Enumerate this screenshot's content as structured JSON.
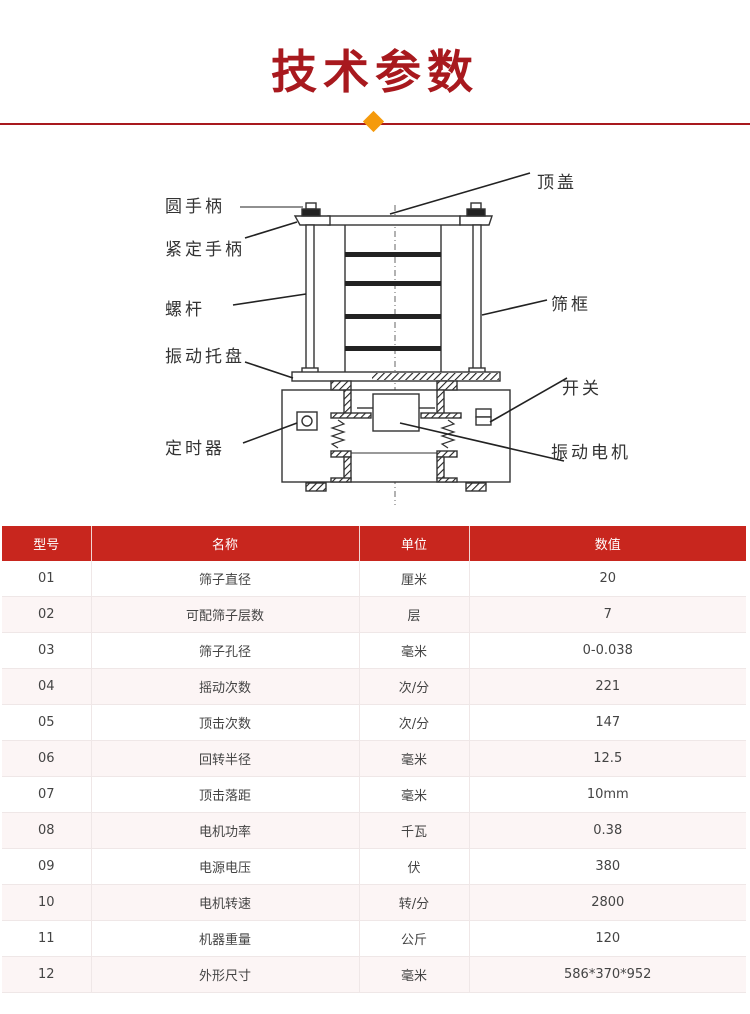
{
  "header": {
    "title": "技术参数",
    "rule_color": "#a8191e",
    "diamond_color": "#f59a0c"
  },
  "diagram": {
    "labels": {
      "round_handle": "圆手柄",
      "tighten_handle": "紧定手柄",
      "screw_rod": "螺杆",
      "vibration_tray": "振动托盘",
      "timer": "定时器",
      "top_cover": "顶盖",
      "sieve_frame": "筛框",
      "switch": "开关",
      "vibration_motor": "振动电机"
    }
  },
  "table": {
    "header_color": "#c8261e",
    "columns": [
      "型号",
      "名称",
      "单位",
      "数值"
    ],
    "rows": [
      {
        "id": "01",
        "name": "筛子直径",
        "unit": "厘米",
        "value": "20"
      },
      {
        "id": "02",
        "name": "可配筛子层数",
        "unit": "层",
        "value": "7"
      },
      {
        "id": "03",
        "name": "筛子孔径",
        "unit": "毫米",
        "value": "0-0.038"
      },
      {
        "id": "04",
        "name": "摇动次数",
        "unit": "次/分",
        "value": "221"
      },
      {
        "id": "05",
        "name": "顶击次数",
        "unit": "次/分",
        "value": "147"
      },
      {
        "id": "06",
        "name": "回转半径",
        "unit": "毫米",
        "value": "12.5"
      },
      {
        "id": "07",
        "name": "顶击落距",
        "unit": "毫米",
        "value": "10mm"
      },
      {
        "id": "08",
        "name": "电机功率",
        "unit": "千瓦",
        "value": "0.38"
      },
      {
        "id": "09",
        "name": "电源电压",
        "unit": "伏",
        "value": "380"
      },
      {
        "id": "10",
        "name": "电机转速",
        "unit": "转/分",
        "value": "2800"
      },
      {
        "id": "11",
        "name": "机器重量",
        "unit": "公斤",
        "value": "120"
      },
      {
        "id": "12",
        "name": "外形尺寸",
        "unit": "毫米",
        "value": "586*370*952"
      }
    ]
  }
}
